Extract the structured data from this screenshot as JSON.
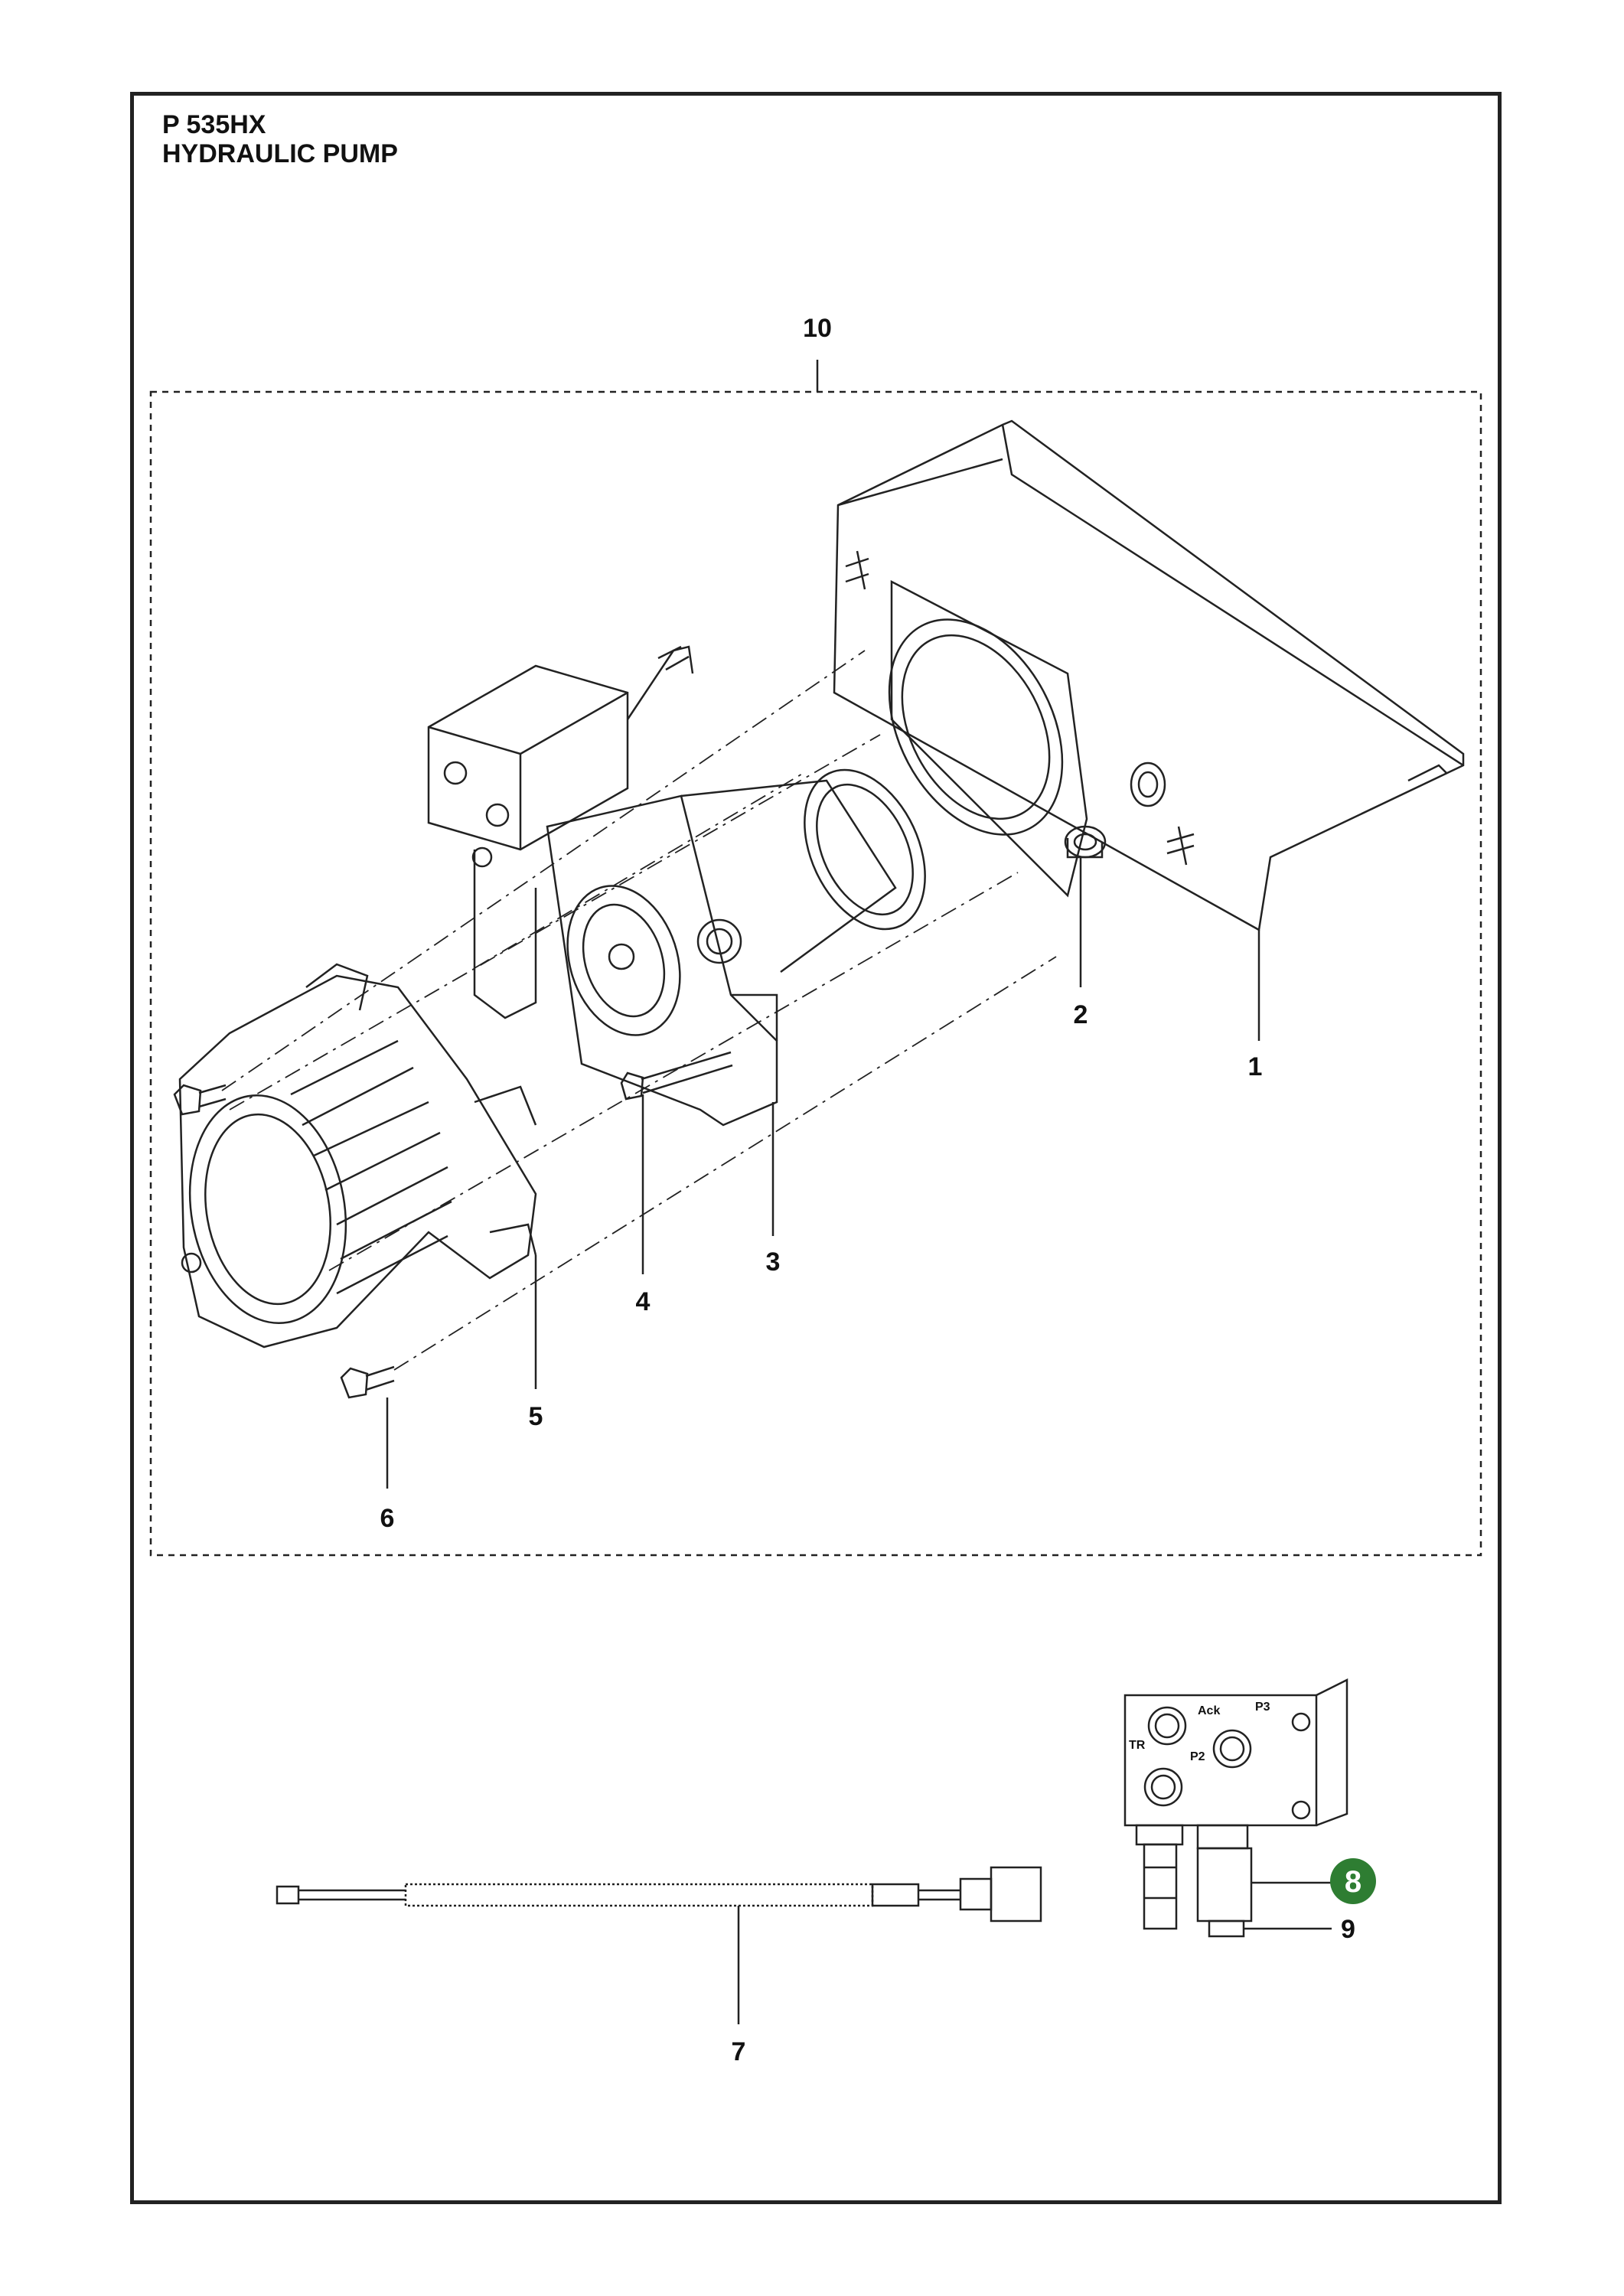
{
  "header": {
    "model": "P 535HX",
    "title": "HYDRAULIC PUMP"
  },
  "callouts": {
    "c1": "1",
    "c2": "2",
    "c3": "3",
    "c4": "4",
    "c5": "5",
    "c6": "6",
    "c7": "7",
    "c8": "8",
    "c9": "9",
    "c10": "10"
  },
  "valve_block": {
    "port_tr": "TR",
    "port_p2": "P2",
    "port_ack": "Ack",
    "port_p3": "P3"
  },
  "colors": {
    "highlight_marker": "#2e7d32",
    "line": "#222222"
  }
}
